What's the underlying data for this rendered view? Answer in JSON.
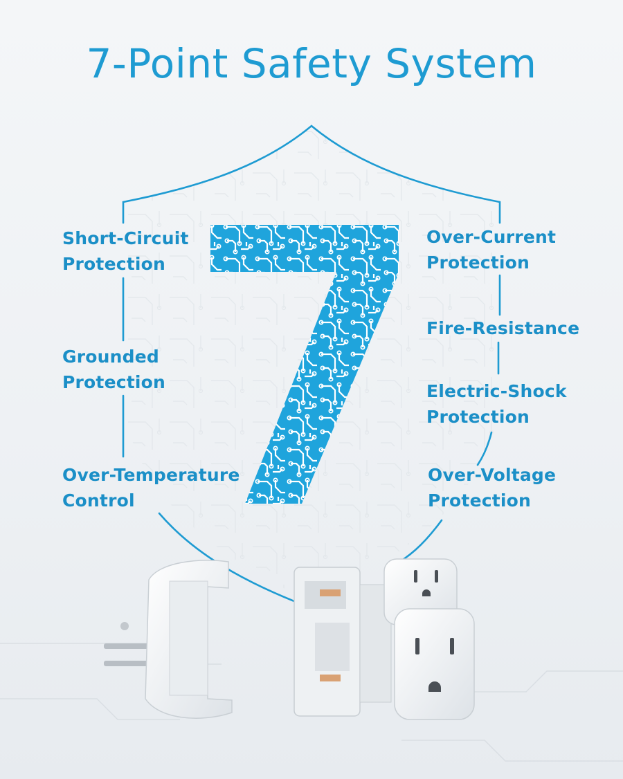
{
  "title": "7-Point Safety System",
  "accent_color": "#1e9bd2",
  "big_number": "7",
  "features_left": [
    {
      "line1": "Short-Circuit",
      "line2": "Protection"
    },
    {
      "line1": "Grounded",
      "line2": "Protection"
    },
    {
      "line1": "Over-Temperature",
      "line2": "Control"
    }
  ],
  "features_right": [
    {
      "line1": "Over-Current",
      "line2": "Protection"
    },
    {
      "line1": "Fire-Resistance"
    },
    {
      "line1": "Electric-Shock",
      "line2": "Protection"
    },
    {
      "line1": "Over-Voltage",
      "line2": "Protection"
    }
  ],
  "icons": [
    "shield-outline-icon",
    "circuit-seven-icon",
    "outlet-adapter-image"
  ]
}
